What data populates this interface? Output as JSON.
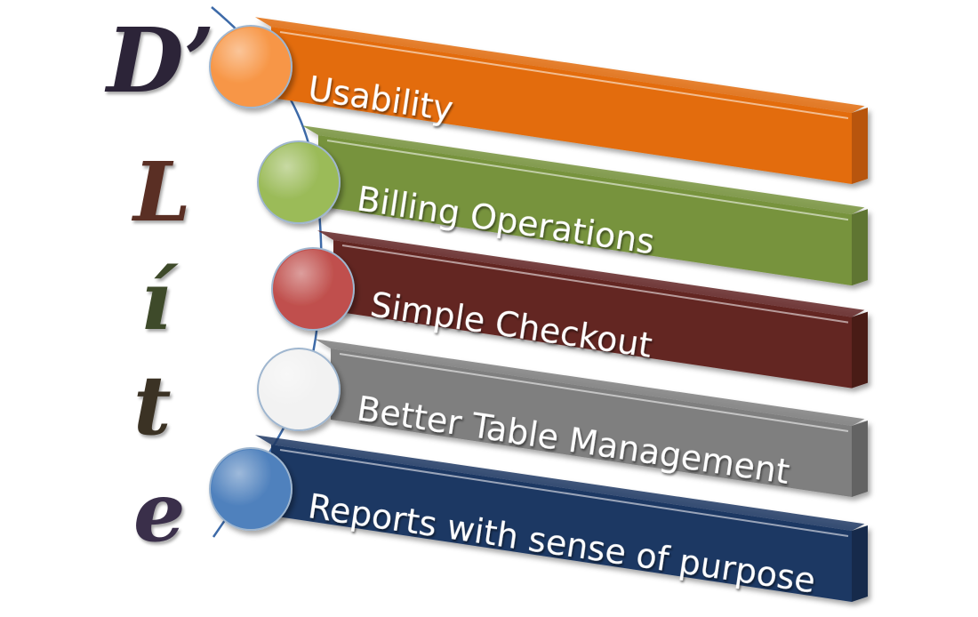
{
  "title_letters": [
    "D’",
    "L",
    "í",
    "t",
    "e"
  ],
  "items": [
    {
      "label": "Usability",
      "color": "#e36c0a",
      "dark": "#b85508",
      "circle": "#f79646"
    },
    {
      "label": "Billing Operations",
      "color": "#77933c",
      "dark": "#5e7530",
      "circle": "#9bbb59"
    },
    {
      "label": "Simple Checkout",
      "color": "#632523",
      "dark": "#4a1a19",
      "circle": "#c0504d"
    },
    {
      "label": "Better Table Management",
      "color": "#7f7f7f",
      "dark": "#646464",
      "circle": "#f2f2f2"
    },
    {
      "label": "Reports with sense of purpose",
      "color": "#1f3864",
      "dark": "#162a4c",
      "circle": "#4f81bd"
    }
  ]
}
